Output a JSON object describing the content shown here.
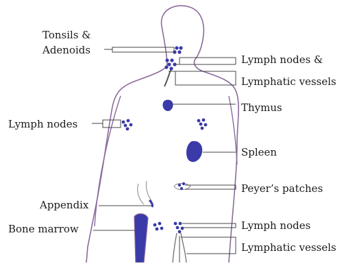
{
  "labels": {
    "tonsils_line1": "Tonsils &",
    "tonsils_line2": "Adenoids",
    "lymph_nodes_neck_line1": "Lymph nodes &",
    "lymph_nodes_neck_line2": "Lymphatic vessels",
    "thymus": "Thymus",
    "lymph_nodes_arm": "Lymph nodes",
    "spleen": "Spleen",
    "peyers_patches": "Peyer’s patches",
    "appendix": "Appendix",
    "bone_marrow": "Bone marrow",
    "lymph_nodes_groin": "Lymph nodes",
    "lymphatic_vessels_groin": "Lymphatic vessels"
  },
  "colors": {
    "body_outline": "#8a6a9a",
    "organ_fill": "#3a3aa8",
    "pointer_line": "#444444",
    "label_text": "#1a1a1a"
  }
}
